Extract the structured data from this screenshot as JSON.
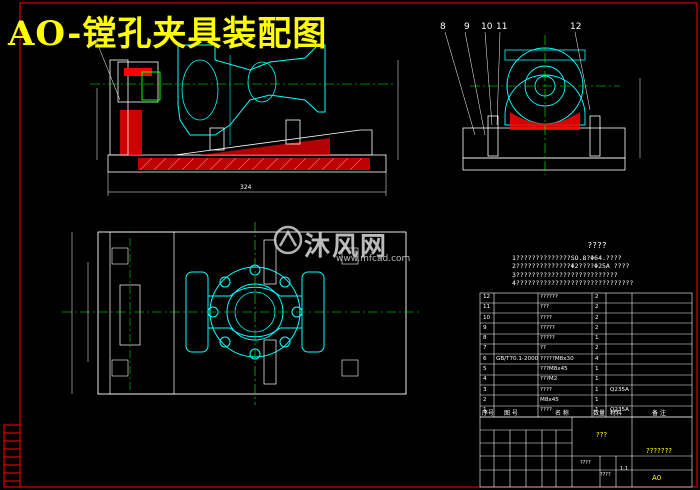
{
  "title": "AO-镗孔夹具装配图",
  "brand": {
    "name": "沐风网",
    "url": "www.mfcad.com"
  },
  "part_numbers": [
    "8",
    "9",
    "10",
    "11",
    "12"
  ],
  "dimension_labels": {
    "front_length": "324"
  },
  "tech_requirements": {
    "title": "????",
    "lines": [
      "1??????????????SO.8?Φ64.????",
      "2??????????????Φ2????Φ25A ????",
      "3??????????????????????????",
      "4??????????????????????????????"
    ]
  },
  "bom": {
    "rows": [
      {
        "no": "12",
        "code": "",
        "name": "??????",
        "qty": "2",
        "mat": ""
      },
      {
        "no": "11",
        "code": "",
        "name": "???",
        "qty": "2",
        "mat": ""
      },
      {
        "no": "10",
        "code": "",
        "name": "????",
        "qty": "2",
        "mat": ""
      },
      {
        "no": "9",
        "code": "",
        "name": "?????",
        "qty": "2",
        "mat": ""
      },
      {
        "no": "8",
        "code": "",
        "name": "?????",
        "qty": "1",
        "mat": ""
      },
      {
        "no": "7",
        "code": "",
        "name": "??",
        "qty": "2",
        "mat": ""
      },
      {
        "no": "6",
        "code": "GB/T70.1-2000",
        "name": "?????M8x30",
        "qty": "4",
        "mat": ""
      },
      {
        "no": "5",
        "code": "",
        "name": "???M8x45",
        "qty": "1",
        "mat": ""
      },
      {
        "no": "4",
        "code": "",
        "name": "???M2",
        "qty": "1",
        "mat": ""
      },
      {
        "no": "3",
        "code": "",
        "name": "????",
        "qty": "1",
        "mat": "Q235A"
      },
      {
        "no": "2",
        "code": "",
        "name": "M8x45",
        "qty": "1",
        "mat": ""
      },
      {
        "no": "1",
        "code": "",
        "name": "????",
        "qty": "1",
        "mat": "Q235A"
      }
    ],
    "header": [
      "序号",
      "图 号",
      "名 称",
      "数量",
      "材料",
      "备 注"
    ]
  },
  "title_block": {
    "center": "???",
    "right": "???????",
    "sheet": "A0",
    "small1": "????",
    "small2": "????",
    "scale": "1:1"
  },
  "colors": {
    "frame": "#ff0000",
    "outline": "#00ffff",
    "centerline": "#00ff00",
    "section": "#ff0000",
    "title": "#ffff00",
    "text": "#ffffff"
  }
}
